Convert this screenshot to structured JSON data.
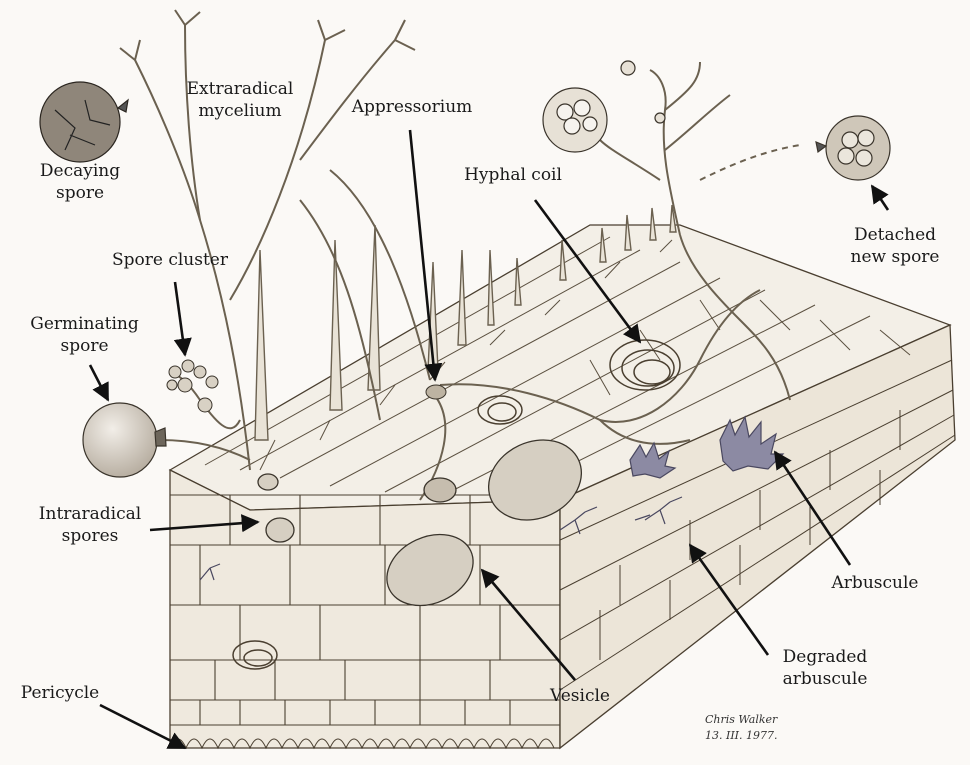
{
  "labels": {
    "decaying_spore": [
      "Decaying",
      "spore"
    ],
    "extraradical_mycelium": [
      "Extraradical",
      "mycelium"
    ],
    "appressorium": "Appressorium",
    "hyphal_coil": "Hyphal coil",
    "spore_cluster": "Spore cluster",
    "germinating_spore": [
      "Germinating",
      "spore"
    ],
    "detached_new_spore": [
      "Detached",
      "new spore"
    ],
    "intraradical_spores": [
      "Intraradical",
      "spores"
    ],
    "arbuscule": "Arbuscule",
    "degraded_arbuscule": [
      "Degraded",
      "arbuscule"
    ],
    "pericycle": "Pericycle",
    "vesicle": "Vesicle"
  },
  "signature": {
    "name": "Chris Walker",
    "date": "13. III. 1977."
  },
  "colors": {
    "ink": "#5b5245",
    "arrow": "#111111",
    "cell_line": "#4a3f30"
  }
}
